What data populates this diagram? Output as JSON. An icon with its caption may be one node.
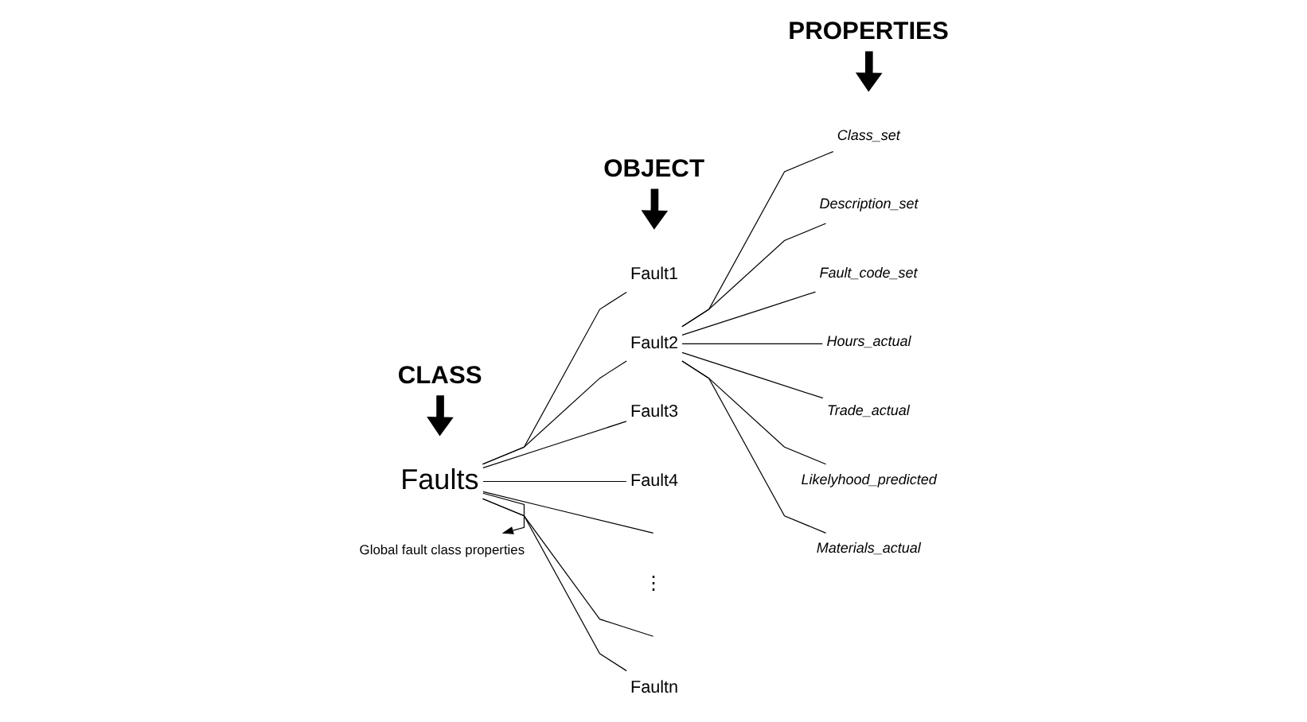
{
  "diagram": {
    "nodes": [
      {
        "text": [
          "CLASS"
        ]
      },
      {
        "text": [
          "OBJECT"
        ]
      },
      {
        "text": [
          "PROPERTIES"
        ]
      },
      {
        "text": [
          "Faults"
        ]
      },
      {
        "text": [
          "Global fault class properties"
        ]
      },
      {
        "text": [
          "Fault1"
        ]
      },
      {
        "text": [
          "Fault2"
        ]
      },
      {
        "text": [
          "Fault3"
        ]
      },
      {
        "text": [
          "Fault4"
        ]
      },
      {
        "text": [
          "Faultn"
        ]
      },
      {
        "text": [
          "Class_set"
        ]
      },
      {
        "text": [
          "Description_set"
        ]
      },
      {
        "text": [
          "Fault_code_set"
        ]
      },
      {
        "text": [
          "Hours_actual"
        ]
      },
      {
        "text": [
          "Trade_actual"
        ]
      },
      {
        "text": [
          "Likelyhood_predicted"
        ]
      },
      {
        "text": [
          "Materials_actual"
        ]
      }
    ],
    "edges": [
      {
        "from": 0,
        "to": null,
        "arrow": "to",
        "style": "thick"
      },
      {
        "from": 1,
        "to": null,
        "arrow": "to",
        "style": "thick"
      },
      {
        "from": 2,
        "to": null,
        "arrow": "to",
        "style": "thick"
      },
      {
        "from": 3,
        "to": 4,
        "arrow": "to"
      },
      {
        "from": 3,
        "to": 5,
        "arrow": "none"
      },
      {
        "from": 3,
        "to": 6,
        "arrow": "none"
      },
      {
        "from": 3,
        "to": 7,
        "arrow": "none"
      },
      {
        "from": 3,
        "to": 8,
        "arrow": "none"
      },
      {
        "from": 3,
        "to": null,
        "arrow": "none"
      },
      {
        "from": 3,
        "to": null,
        "arrow": "none"
      },
      {
        "from": 3,
        "to": 9,
        "arrow": "none"
      },
      {
        "from": 6,
        "to": 10,
        "arrow": "none"
      },
      {
        "from": 6,
        "to": 11,
        "arrow": "none"
      },
      {
        "from": 6,
        "to": 12,
        "arrow": "none"
      },
      {
        "from": 6,
        "to": 13,
        "arrow": "none"
      },
      {
        "from": 6,
        "to": 14,
        "arrow": "none"
      },
      {
        "from": 6,
        "to": 15,
        "arrow": "none"
      },
      {
        "from": 6,
        "to": 16,
        "arrow": "none"
      }
    ],
    "labels": [
      "⋮"
    ]
  }
}
